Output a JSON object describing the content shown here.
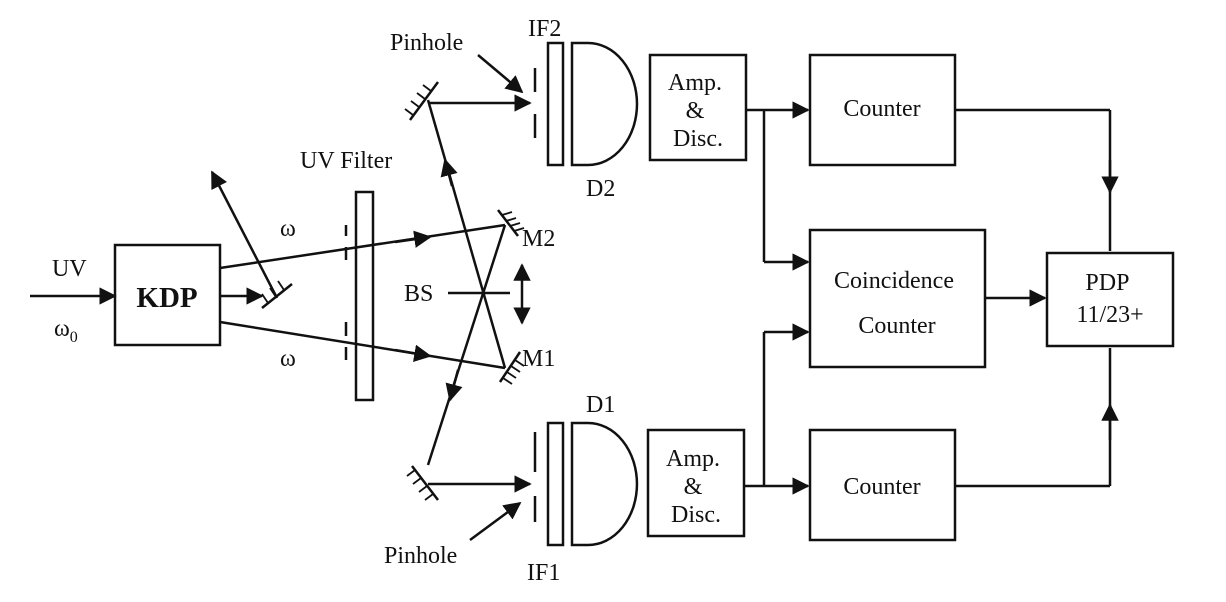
{
  "labels": {
    "uv": "UV",
    "omega0": "ω",
    "omega0_sub": "0",
    "kdp": "KDP",
    "omega_top": "ω",
    "omega_bottom": "ω",
    "uv_filter": "UV Filter",
    "pinhole_top": "Pinhole",
    "pinhole_bottom": "Pinhole",
    "if2": "IF2",
    "if1": "IF1",
    "d2": "D2",
    "d1": "D1",
    "m2": "M2",
    "m1": "M1",
    "bs": "BS",
    "amp_top_line1": "Amp.",
    "amp_top_line2": "&",
    "amp_top_line3": "Disc.",
    "amp_bot_line1": "Amp.",
    "amp_bot_line2": "&",
    "amp_bot_line3": "Disc.",
    "counter_top": "Counter",
    "counter_bottom": "Counter",
    "coinc_line1": "Coincidence",
    "coinc_line2": "Counter",
    "pdp_line1": "PDP",
    "pdp_line2": "11/23+"
  }
}
